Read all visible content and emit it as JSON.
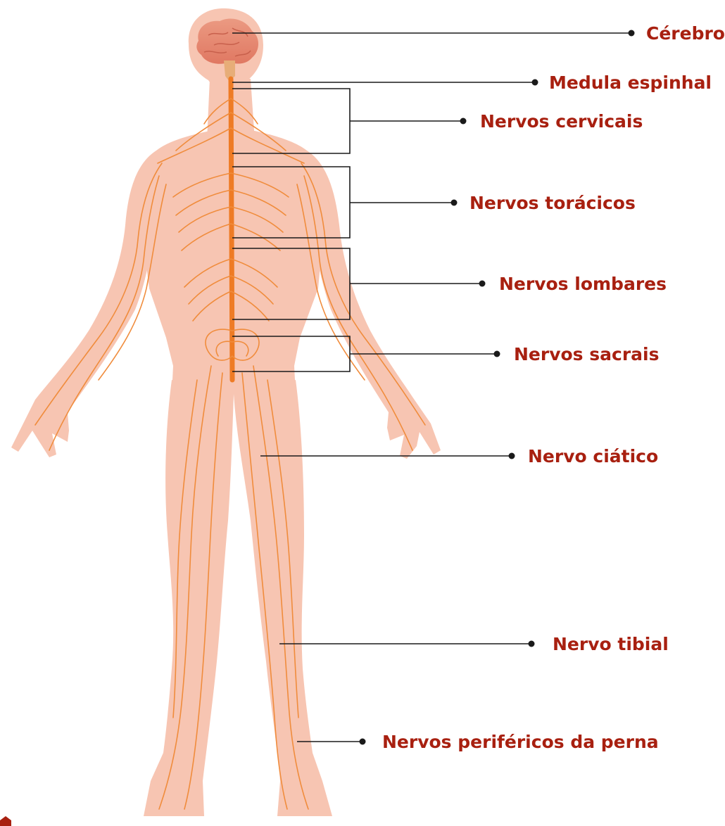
{
  "colors": {
    "label": "#a82010",
    "skin": "#f7c5b2",
    "nerve": "#f08c3c",
    "spine": "#ee7b25",
    "brain": "#e88a72",
    "leader": "#1a1a1a"
  },
  "labels": {
    "brain": "Cérebro",
    "spinal_cord": "Medula espinhal",
    "cervical": "Nervos cervicais",
    "thoracic": "Nervos torácicos",
    "lumbar": "Nervos lombares",
    "sacral": "Nervos sacrais",
    "sciatic": "Nervo ciático",
    "tibial": "Nervo tibial",
    "peripheral_leg": "Nervos periféricos da perna"
  }
}
